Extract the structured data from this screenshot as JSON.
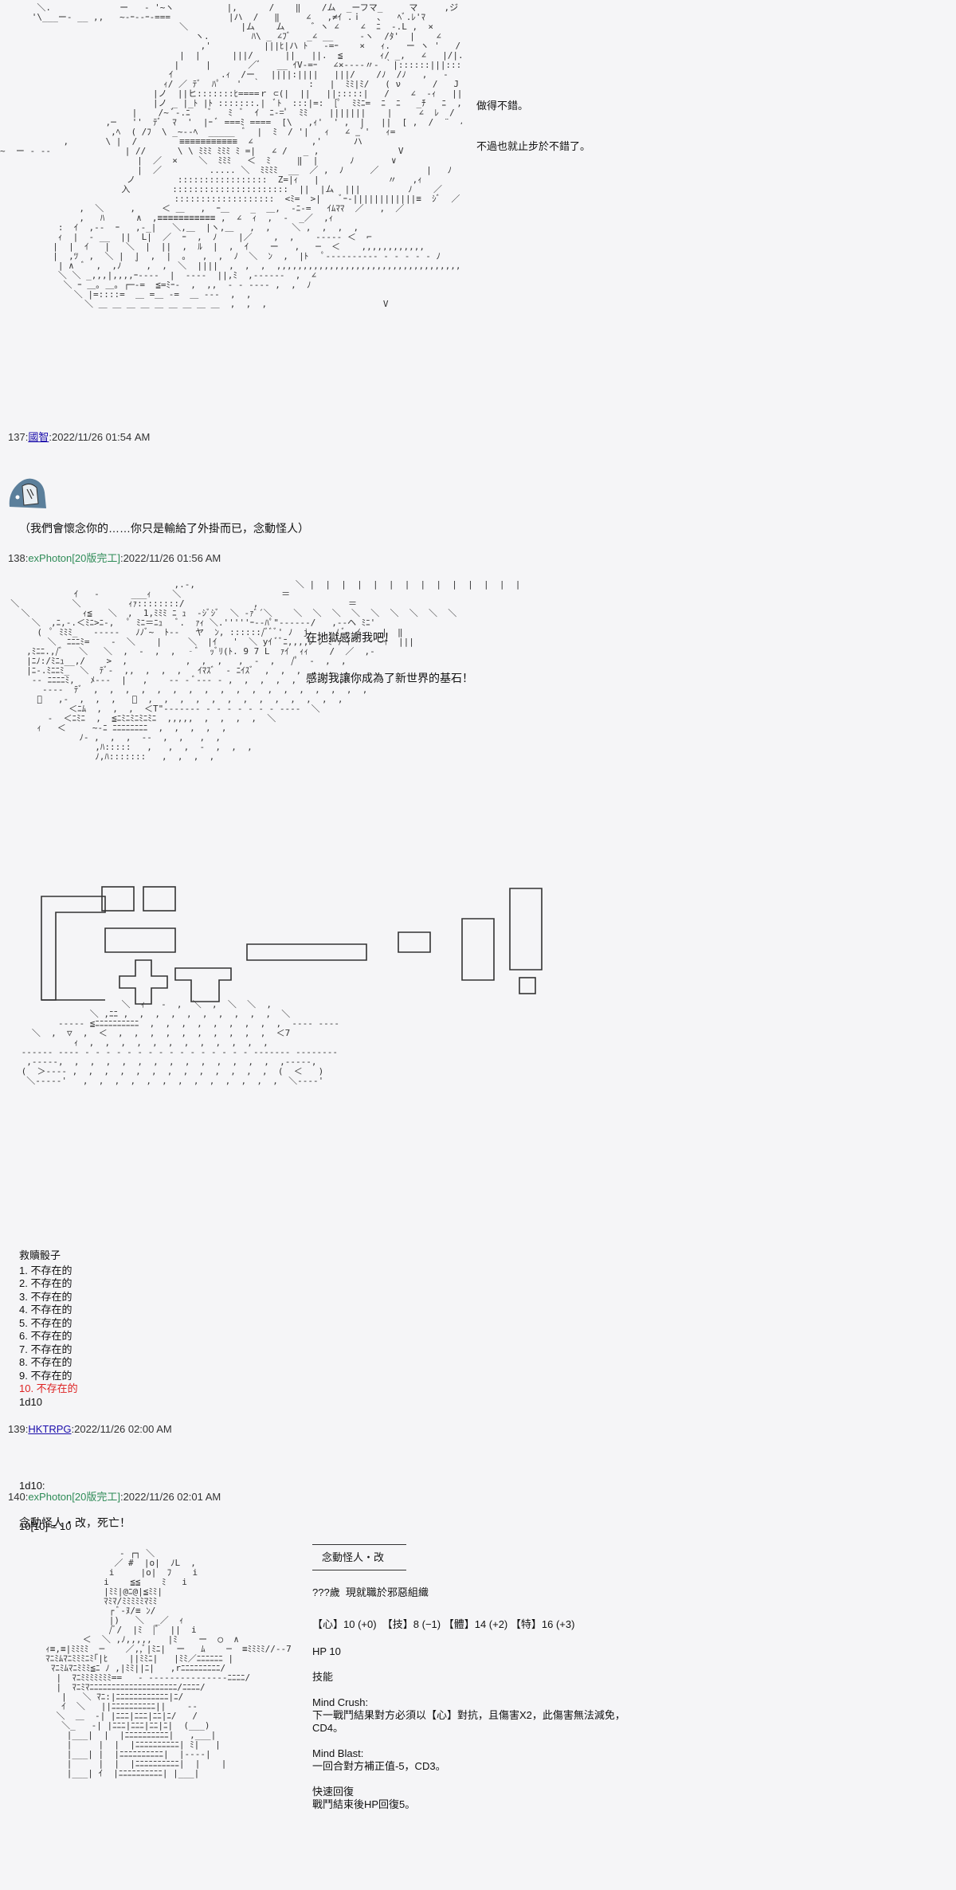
{
  "aa_1": {
    "lines": [
      "       ＼.             ー   ‐ '~ヽ          |,      /    ‖    /ム  _ーフマ_     マ     ,ジ",
      "      '\\___ー- __ ,,   ~-ｰ--ｰ‐===           |ハ  /   ‖     ∠   ,≠ｲ .ｉ   ､   ﾍﾞ.ﾚ'ﾏ",
      "                                  ＼          |ム    ム     ゛ヽ ∠    ∠  ﾆ  ‐.L ,  ×",
      "                                     ヽ.        ﾊ\\ _ ∠ﾌﾞ   _∠ __     ‐ヽ  /ﾀ'  |    ∠",
      "                                      ,'          |||ﾋ|ハ ﾄ   ‐=ｰ    ×   ｨ.   ー ヽ '   /  ....",
      "                                  |  |      |||/      ||   ||.  ≦       ｨ/ _,   ∠   |/|.:::::::::::",
      "                                 |     |       ／ﾞ   __ ｲV‐=ｰ   ∠×‐‐-‐〃‐ ｀|::::::|||:::::::::::::::",
      "                                ｲ         .ｨ  /ー   ||||:||||   |||/    /ﾉ  /ﾉ   ,   ‐    |:::::|||:::::::::::::",
      "                               ｨ/ ／ ﾃﾞ  ﾊﾟ   '  ｀         :   |  ﾐﾐ|ﾐ/   ( ν      /   J      ａ(ﾞ   ( ‐‐‐‐‐‐‐‐/",
      "                             |ノ  ||ヒ:::::::ﾋ====ｒ ⊂(|  ||   ||:::::|   /    ∠  -ｨ   ||.   ﾉｨ :::  ﾞ|.ﾞ|",
      "                             |ノ _ |_ﾄ |ﾄ :::::::.|  ﾞﾄ  :::|=:  [ﾟ  ﾐﾐﾆ=  ﾆ  ﾆ   _ﾁ   ﾆ  ,   |  ,=",
      "                         |    /~ ﾞ‐.ﾆ    ﾞ   ﾐ  ﾞ  ｲ  ﾆ‐=ﾟ  ﾐﾐ    |||||||    |     ∠  ﾚ  /",
      "                    ,─   ''  ﾃﾞ  ﾏ  '  |ｰ ﾞ ===ﾐ ====  [\\   ,ｨ'  ' ,  |   ||  [ ,  /  ¨  ∠",
      "                     ,ﾍ  ( /ﾌ  \\ _~‐‐ﾍ  _____  ﾞ  |  ﾐ  / '|   ｨ   ∠ _ﾞ'   ｨ=",
      "            ,       \\ |  /        ≡≡≡≡≡≡≡≡≡≡≡  ∠           ,'      ハ",
      "~  ー ‐ --              | //      \\ \\ ﾐﾐﾐ ﾐﾐﾐ ﾐ =|   ∠ /   _ ,               V",
      "                          |  ／  ×    ＼  ﾐﾐﾐ   ＜  ﾐ     ‖  |      ﾉ       ∨",
      "                          |  ／         ..... ＼  ﾐﾐﾐﾐ  __  ／ ,  ﾉ     ／         |   ﾉ",
      "                        ノ        :::::::::::::::::  Z=|ｨ   |             〃   ,ｨ",
      "                       入        ::::::::::::::::::::::  ||  |ム  |||         ﾉ    ／",
      "                                 :::::::::::::::::::  <ﾐ=  >|    ﾞｰ‐||||||||||||≡  ｼﾞ  ／",
      "               ,  ＼     ,     ＜ ＿   ,  ｰ＿    _  ＿,  ‐ﾆ‐=   ｲﾑﾏﾏ  ／   ,  ／",
      "               ,   ﾊ      ∧  ,≡≡≡≡≡≡≡≡≡≡≡ ,  ∠  ｨ  ,  ‐  _／  ,ｨ",
      "           :  ｲ  ,‐‐  ｰ   ,‐_|   ＼,＿  |ヽ,＿   ,  ,    ＼ ,  ,  ,  ,",
      "           ｨ  |  ‐ __  ||  L|  ／  ｰ  ,  ﾉ    |／    ,  ,    ‐‐‐‐‐ ＜  ⌐",
      "          |  |  ｲ   |   ＼  |  ||  ,  ﾙ  |  ,  ｲ    ー   ,   ─  ＜    ,,,,,,,,,,,,",
      "          |  ,ﾂ  ,  ＼ |  |  ,  |  ｡   ,  ,  ﾉ  ＼  ﾝ  ,  |ﾄ   ﾟ‐‐‐‐‐‐‐‐‐‐ ‐ ‐ ‐ ‐ ‐ ﾉ",
      "           | ∧  ﾞ  ,  ,ﾉ  ｀ ,  ,  ＼  ||||  ,  ,  ,  ,,,,,,,,,,,,,,,,,,,,,,,,,,,,,,,,,,,,,, ",
      "           ＼ ＼ _,,,|,,,,ｰ‐‐‐‐  |  ‐‐‐‐  ||,ﾐ  ,‐‐‐‐‐‐  ,  ∠",
      "            ＼ ｰ ＿｡ ＿｡ ┌─‐=  ≦=ﾐｰ‐  ,  ,,  ‐ ‐ ‐‐‐‐ ,  ,  ﾉ",
      "              ＼ |=::::=  ＿ =＿ ‐=  ＿ ‐‐‐  ,  ,",
      "                ＼ ＿ ＿ ＿ ＿ ＿ ＿ ＿ ＿ ＿  ,  ,  ,                      V"
    ]
  },
  "speech_1": [
    "做得不錯。",
    "不過也就止步於不錯了。"
  ],
  "post_137": {
    "number": "137",
    "name": "國智",
    "date": "2022/11/26 01:54 AM"
  },
  "post_137_text": "（我們會懷念你的……你只是輸給了外掛而已，念動怪人）",
  "post_138": {
    "number": "138",
    "name": "exPhoton",
    "trip": "[20版完工]",
    "date": "2022/11/26 01:56 AM"
  },
  "speech_2": [
    "在地獄感謝我吧！",
    "感謝我讓你成為了新世界的基石！"
  ],
  "aa_2": {
    "lines": [
      "                                 ,.-,                   ＼ |  |  |  |  |  |  |  |  |  |  |  |  |  |  |  |  |  ／",
      "              ｲ   ‐      ___ｨ    ＼                   ＝",
      "  ＼          ＼         ｨｧ::::::::/             ,                 ＝",
      "    ＼          ｨ≦   ＼  ,  1,ﾐﾐﾐ ﾆ ｭ  ‐ｼﾞｼﾞ  ＼ ‐ｧﾞ´＼    ＼  ＼  ＼  ＼  ＼  ＼  ＼  ＼  ＼",
      "      ＼  ,ﾆ,-.＜ﾐﾆ>ﾆ‐,   ﾟ ﾐﾆ＝ﾆｭ   ﾞ.  ｧｨ ＼.'''''ｰ‐‐ﾊﾟ\"‐‐‐‐‐‐/   ,‐‐ヘ ﾐﾆ'",
      "       (  ﾟ ﾐﾐﾐ_   ‐‐-‐-   ﾉﾉﾞ~  ﾄ‐-   ヤ  ﾝ, ::::::/ﾞﾞﾞ' ﾉ  j     ﾉ ﾞ  ｲ   _|  ‖",
      "         ＼  ﾆﾆﾆﾐ=    ‐  ＼    |     ＼  |ｲ   '  ＼ yｲ ﾞﾞﾆ,,,,ﾚ ﾚ ﾐ ﾃﾞｨ ﾞ    ‐ｲ  |||",
      "     ,ﾐﾆﾆ.,/ﾞ   ＼   ＼  ,  ‐  ,  ,  ‐ﾞ  ｯﾞﾘ(ﾄ. 9 7 L  ｧｲ  ｨｨ    /  ／  ,‐",
      "     |ﾆﾉ:/ﾐﾆｭ__,/    >  ,           ,  ,  ,   ,  ‐  ,   /ﾟ  ‐  ,  ,",
      "     |ﾆ‐.ﾐﾆﾆﾐ_  ＼  ﾃﾞ‐  ,,  ,  ,  ,   ｲﾏｽﾞ  ‐ ﾆｲｽﾞ  ,  ,  ,  ,  ,  ,",
      "      ‐‐ ﾆﾆﾆﾆﾐ,   ﾒ‐‐‐  |   ,    ‐‐ ‐ ﾞ‐‐‐ ‐ ,  ,  ,  ,  ,  ,  ,  ,  ,",
      "        ‐‐‐‐  ﾃﾞ  ,  ,  ,  ,  ,  ,  ,  ,  ,  ,  ,  ,  ,  ,  ,  ,  ,  ,",
      "       ﾞ   ,‐  ,  ,  ,   ＼  ,  ,  ,  ,  ,  ,  ,  ,  ,  ,  ,  ,  ,",
      "             ＜ﾆﾑ  ,  ,  ,  ＜T\"‐‐‐‐‐‐‐ ‐ ‐ ‐ ‐ ‐ ‐ ‐ ‐‐‐‐  ＼",
      "         ‐  ＜ﾆﾐﾆ  ,  ≦ﾆﾐﾆﾐﾆﾐﾆﾐﾆ  ,,,,,  ,  ,  ,  ,  ＼",
      "       ｨ   ＜     ~‐ﾆ ﾆﾆﾆﾆﾆﾆﾆﾆ  ,  ,  ,  ,  ,",
      "               ﾉ‐ ,  ,  ,  ‐‐  ,  ,   ,  ,",
      "                  ,ﾊ:::::   ,   ,  ,  ‐  ,  ,  ,",
      "                  ﾉ,ﾊ:::::::   ,  ,  ,  ,"
    ]
  },
  "aa_3": {
    "lines": [
      "                    ＼  ｨ   ‐  ,  ＼  ,  ＼  ＼  ,",
      "              ＼ ,ﾆﾆ ,  ,  ,  ,  ,  ,  ,  ,  ,  ,  ＼",
      "        ‐‐‐‐‐ ≦ﾆﾆﾆﾆﾆﾆﾆﾆﾆﾆ  ,  ,  ,  ,  ,  ,  ,  ,  ,  ‐‐‐‐ ‐‐‐‐",
      "   ＼  ,  ▽  ,  ＜  ,  ,  ,  ,  ,  ,  ,  ,  ,  ,  ＜7",
      "           ｨ  ,  ,  ,  ,  ,  ,  ,  ,  ,  ,  ,  ,",
      " ‐‐‐‐‐‐ ‐‐‐‐ ‐ ‐ ‐ ‐ ‐ ‐ ‐ ‐ ‐ ‐ ‐ ‐ ‐ ‐ ‐ ‐ ‐‐‐‐‐‐‐ ‐‐‐‐‐‐‐‐",
      "  ,‐‐‐‐‐,  ,  ,  ,  ,  ,  ,  ,  ,  ,  ,  ,  ,  ,  ,‐‐‐‐‐,",
      " (  ＞‐‐‐‐ ,  ,  ,  ,  ,  ,  ,  ,  ,  ,  ,  ,  ,  (  ＜   )",
      "  ＼‐‐‐‐‐'   ,  ,  ,  ,  ,  ,  ,  ,  ,  ,  ,  ,  ,  ＼‐‐‐‐'"
    ]
  },
  "dice_title": "救贖骰子",
  "dice_items": [
    "1. 不存在的",
    "2. 不存在的",
    "3. 不存在的",
    "4. 不存在的",
    "5. 不存在的",
    "6. 不存在的",
    "7. 不存在的",
    "8. 不存在的",
    "9. 不存在的"
  ],
  "dice_hit": "10. 不存在的",
  "dice_cmd": "1d10",
  "post_139": {
    "number": "139",
    "name": "HKTRPG",
    "date": "2022/11/26 02:00 AM"
  },
  "post_139_lines": [
    "1d10:",
    "10[10] = 10"
  ],
  "post_140": {
    "number": "140",
    "name": "exPhoton",
    "trip": "[20版完工]",
    "date": "2022/11/26 02:01 AM"
  },
  "post_140_text": "念動怪人‧改，死亡！",
  "aa_4": {
    "lines": [
      "                ‐ ┌┐ ＼",
      "               ／ #  |o|  ﾉL  ,",
      "              i     |o|  ﾌ    i",
      "             i    ≦≦    ﾐ   i",
      "             |ﾐﾐ|@ﾆ@|≦ﾐﾐ|",
      "             ﾏﾐﾏ/ﾐﾐﾐﾐﾐﾏﾐﾐ",
      "              ┌ ﾞ‐ﾇ/≡ ﾝ/",
      "              |)   ＼  _／  ｨ",
      "              /ﾞ/  |ﾐ  |ﾞ  ||  i",
      "         ＜  ＼ ,ﾉ,,,,,   |ﾐ    ー  ◯  ∧",
      "  ｨ≡,≡|ﾐﾐﾐﾐ  ─    ／,,ﾞ|ﾐﾆ|  ー   ﾑ    ─  ≡ﾐﾐﾐﾐ//‐‐7",
      "  ﾏﾆﾐﾑﾏﾆﾐﾐﾐﾆﾐ｢|ﾋ    ||ﾐﾐﾆ|   |ﾐﾐ／ﾆﾆﾆﾆﾆﾆ |",
      "   ﾏﾆﾐﾑﾏﾆﾐﾐﾐ≦ﾆ ﾉ ,|ﾐﾐ||ﾆ|   ,rﾆﾆﾆﾆﾆﾆﾆﾆﾆ/",
      "    |  ﾏﾆﾐﾐﾐﾐﾐﾐﾐ==   ‐ ‐‐‐‐‐‐‐‐‐‐‐‐‐‐‐ﾆﾆﾆﾆ/",
      "    |  ﾏﾆﾐﾏﾆﾆﾆﾆﾆﾆﾆﾆﾆﾆﾆﾆﾆﾆﾆﾆﾆﾆﾆﾆ/ﾆﾆﾆﾆ/",
      "     |   ＼ ﾏﾆ:|ﾆﾆﾆﾆﾆﾆﾆﾆﾆﾆﾆﾆ|ﾆ/",
      "     ｲ  ＼   ||ﾆﾆﾆﾆﾆﾆﾆﾆﾆﾆ||    ‐‐",
      "    ＼  ＿  ‐| |ﾆﾆﾆ|ﾆﾆﾆ|ﾆﾆ|ﾆ/   /",
      "     ＼_   ‐| |ﾆﾆﾆ|ﾆﾆﾆ|ﾆﾆ|ﾆ|  (___)",
      "      |___|  |  |ﾆﾆﾆﾆﾆﾆﾆﾆﾆﾆ|   ,___|",
      "      |     |  |  |ﾆﾆﾆﾆﾆﾆﾆﾆﾆﾆ| ﾐ|   |",
      "      |___| |  |ﾆﾆﾆﾆﾆﾆﾆﾆﾆﾆ|  |‐‐‐‐|",
      "      |     |  |  |ﾆﾆﾆﾆﾆﾆﾆﾆﾆﾆ|  |    |",
      "      |___| ｲ  |ﾆﾆﾆﾆﾆﾆﾆﾆﾆﾆ| |___|"
    ]
  },
  "status": {
    "name": "念動怪人‧改",
    "age": "???歲  現就職於邪惡組織",
    "stats": "【心】10 (+0)  【技】8 (−1) 【體】14 (+2) 【特】16 (+3)",
    "hp": "HP 10",
    "skills_title": "技能",
    "skill_1_name": "Mind Crush:",
    "skill_1_desc": "下一戰鬥結果對方必須以【心】對抗，且傷害X2，此傷害無法減免，",
    "skill_1_cd": "CD4。",
    "skill_2_name": "Mind Blast:",
    "skill_2_desc": "一回合對方補正值-5，CD3。",
    "skill_3_name": "快速回復",
    "skill_3_desc": "戰鬥結束後HP回復5。"
  }
}
